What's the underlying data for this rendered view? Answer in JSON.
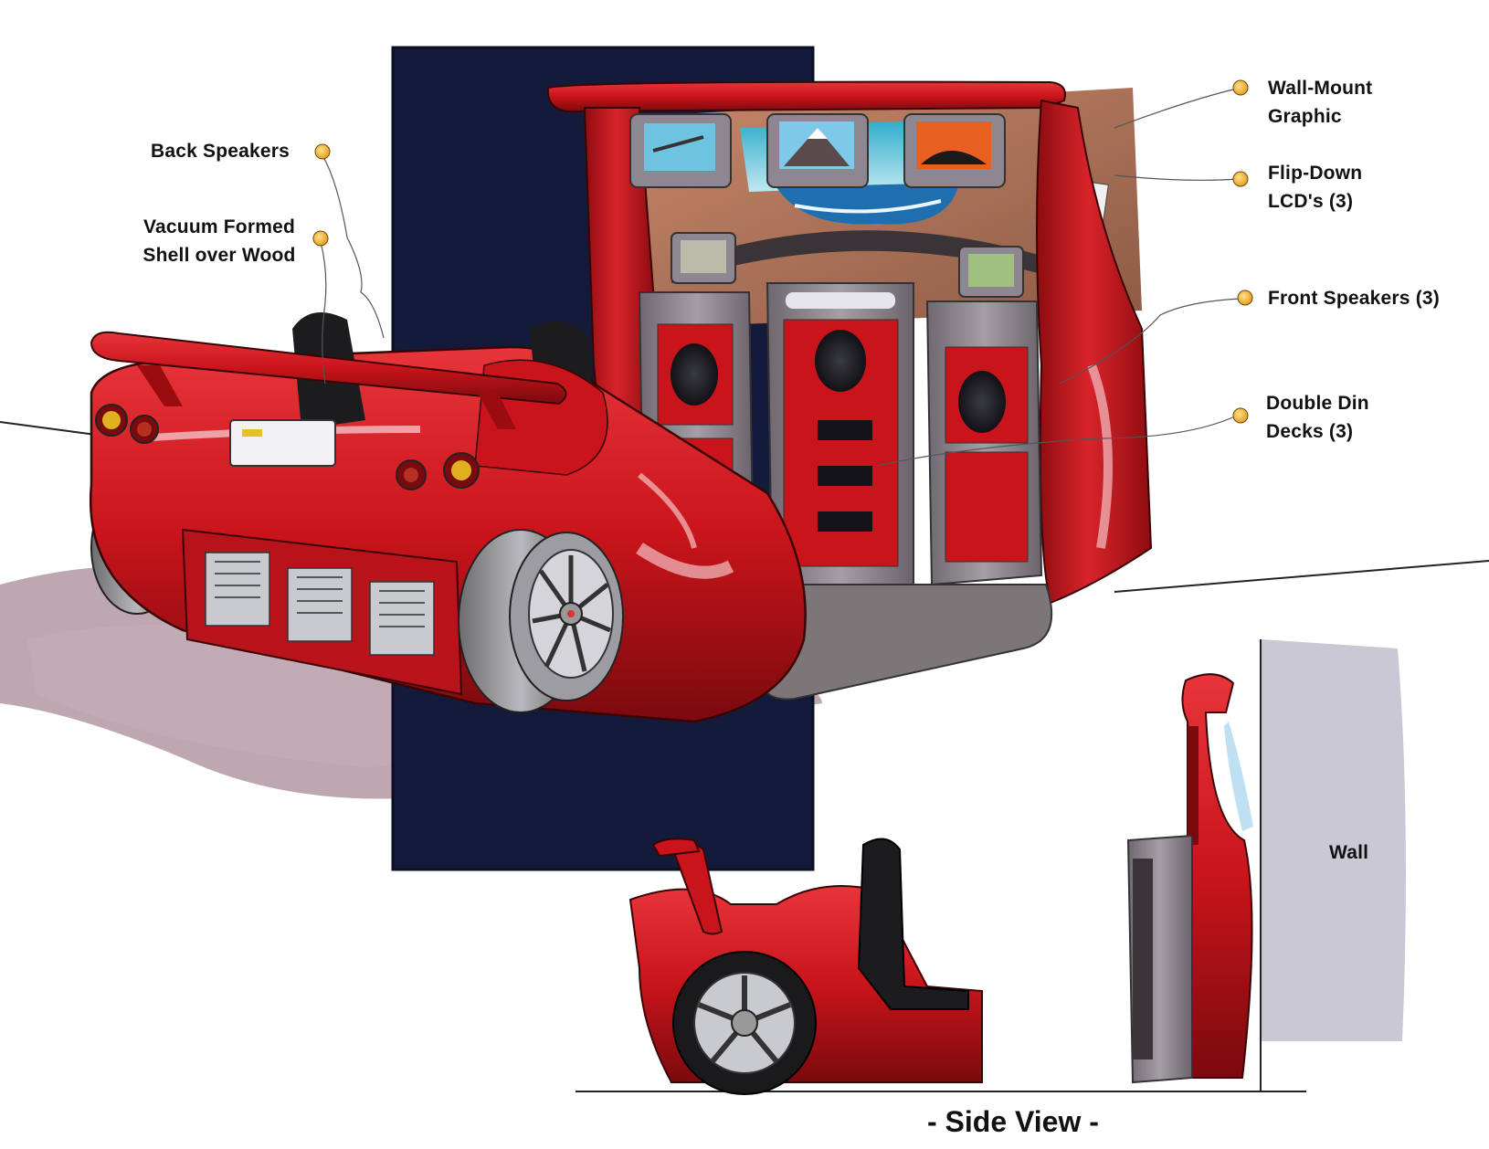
{
  "title": "- Side View -",
  "colors": {
    "car_red": "#c8141a",
    "car_red_dark": "#7a0a0e",
    "car_highlight": "#f4c2c4",
    "backdrop_navy": "#141b3a",
    "cabinet_grey": "#8e8690",
    "dot_orange": "#f2b637",
    "shadow_mauve": "#a98a98"
  },
  "callouts": {
    "back_speakers": "Back Speakers",
    "vacuum_formed": [
      "Vacuum Formed",
      "Shell over Wood"
    ],
    "wall_mount": [
      "Wall-Mount",
      "Graphic"
    ],
    "flip_down": [
      "Flip-Down",
      "LCD's (3)"
    ],
    "front_speakers": "Front Speakers (3)",
    "double_din": [
      "Double Din",
      "Decks (3)"
    ],
    "wall": "Wall"
  }
}
